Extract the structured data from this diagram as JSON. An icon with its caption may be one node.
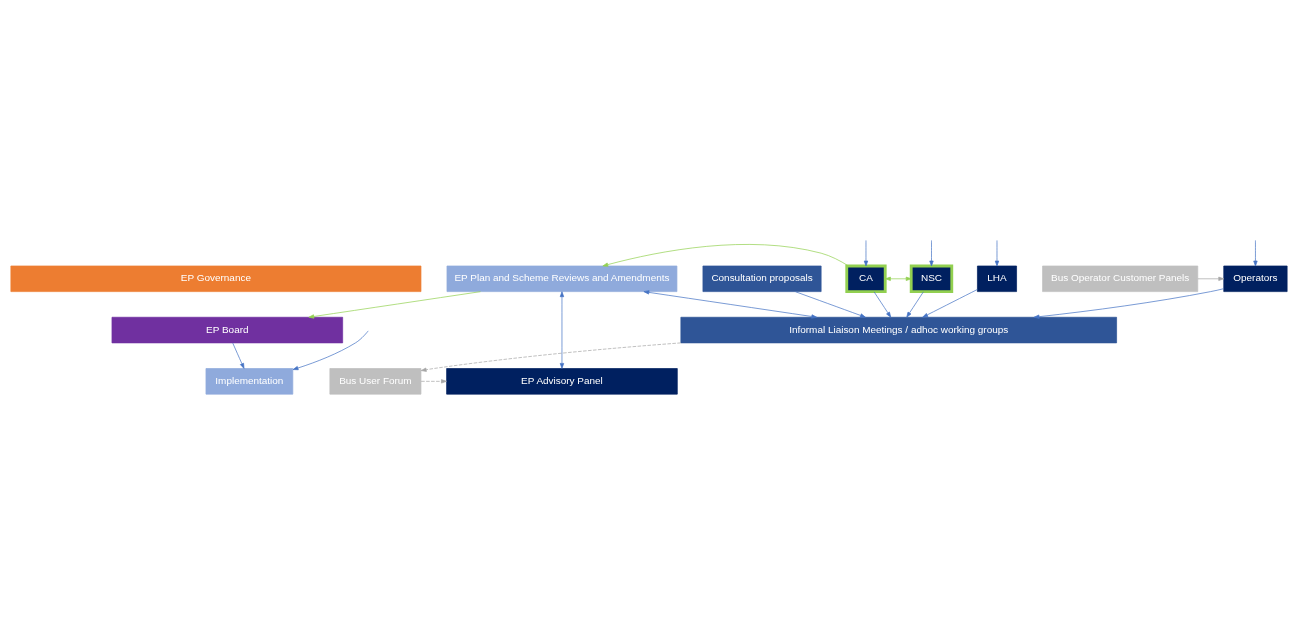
{
  "diagram": {
    "nodes": [
      {
        "text": [
          "EP Governance"
        ]
      },
      {
        "text": [
          "EP Board"
        ]
      },
      {
        "text": [
          "Bus User Forum"
        ]
      },
      {
        "text": [
          "EP Advisory Panel"
        ]
      },
      {
        "text": [
          "Implementation"
        ]
      },
      {
        "text": [
          "EP Plan and Scheme Reviews and Amendments"
        ]
      },
      {
        "text": [
          "Informal Liaison Meetings / adhoc working groups"
        ]
      },
      {
        "text": [
          "Consultation proposals"
        ]
      },
      {
        "text": [
          "CA"
        ]
      },
      {
        "text": [
          "NSC"
        ]
      },
      {
        "text": [
          "LHA"
        ]
      },
      {
        "text": [
          "Operators"
        ]
      },
      {
        "text": [
          "Bus Operator Customer Panels"
        ]
      }
    ],
    "edges": [
      {
        "from": 5,
        "to": 1,
        "arrow": "to",
        "color": "#92d050"
      },
      {
        "from": 1,
        "to": 4,
        "arrow": "to"
      },
      {
        "from": 2,
        "to": 3,
        "arrow": "to",
        "style": "dashed",
        "color": "#a6a6a6"
      },
      {
        "from": 5,
        "to": 3,
        "arrow": "both"
      },
      {
        "from": 6,
        "to": 2,
        "arrow": "to",
        "style": "dashed",
        "color": "#a6a6a6"
      },
      {
        "from": 5,
        "to": 6,
        "arrow": "both"
      },
      {
        "from": 7,
        "to": 6,
        "arrow": "to"
      },
      {
        "from": 8,
        "to": 6,
        "arrow": "to"
      },
      {
        "from": 9,
        "to": 6,
        "arrow": "to"
      },
      {
        "from": 10,
        "to": 6,
        "arrow": "to"
      },
      {
        "from": 11,
        "to": 6,
        "arrow": "to"
      },
      {
        "from": 8,
        "to": 5,
        "arrow": "to",
        "color": "#92d050"
      },
      {
        "from": 8,
        "to": 9,
        "arrow": "both",
        "color": "#92d050"
      },
      {
        "from": 12,
        "to": 11,
        "arrow": "to",
        "color": "#a6a6a6"
      },
      {
        "from": null,
        "to": 4,
        "arrow": "to"
      },
      {
        "from": null,
        "to": 8,
        "arrow": "to"
      },
      {
        "from": null,
        "to": 9,
        "arrow": "to"
      },
      {
        "from": null,
        "to": 10,
        "arrow": "to"
      },
      {
        "from": null,
        "to": 11,
        "arrow": "to"
      }
    ]
  }
}
